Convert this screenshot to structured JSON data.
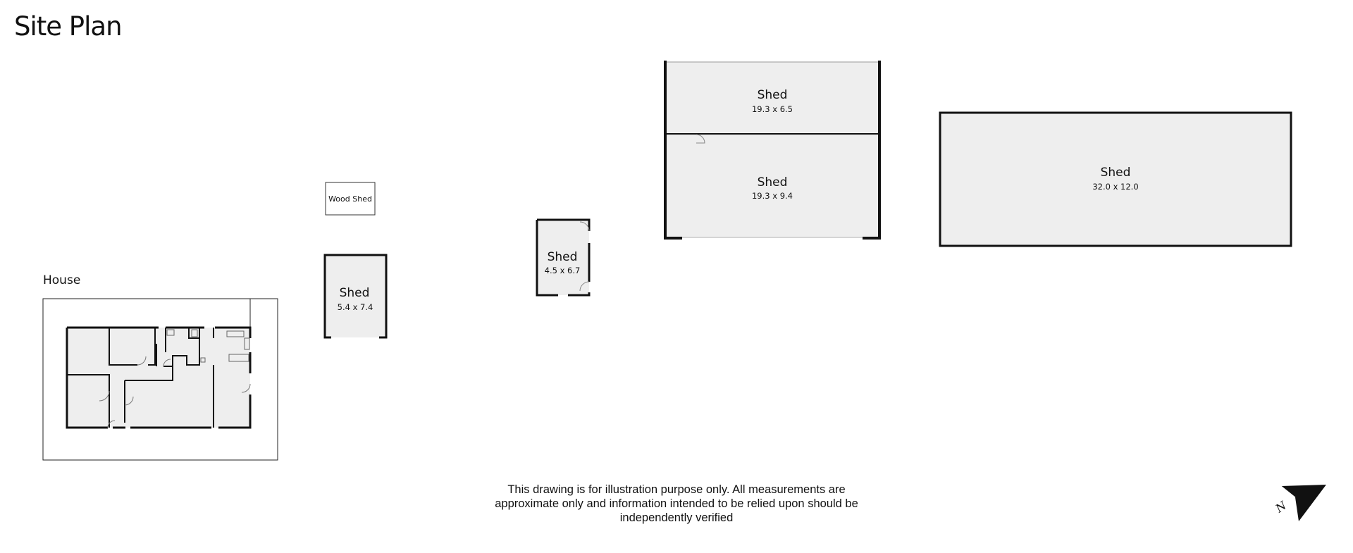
{
  "title": "Site Plan",
  "house": {
    "label": "House"
  },
  "buildings": {
    "wood_shed": {
      "label": "Wood Shed"
    },
    "shed_small_left": {
      "label": "Shed",
      "dimensions": "5.4 x 7.4"
    },
    "shed_small_mid": {
      "label": "Shed",
      "dimensions": "4.5 x 6.7"
    },
    "shed_upper": {
      "label": "Shed",
      "dimensions": "19.3 x 6.5"
    },
    "shed_lower": {
      "label": "Shed",
      "dimensions": "19.3 x 9.4"
    },
    "shed_large": {
      "label": "Shed",
      "dimensions": "32.0 x 12.0"
    }
  },
  "disclaimer": {
    "line1": "This drawing is for illustration purpose only. All measurements are",
    "line2": "approximate only and information intended to be relied upon should be",
    "line3": "independently verified"
  },
  "compass": {
    "icon": "north-arrow-icon",
    "letter": "N"
  },
  "colors": {
    "floor_fill": "#eeeeee",
    "wall": "#111111",
    "background": "#ffffff"
  }
}
